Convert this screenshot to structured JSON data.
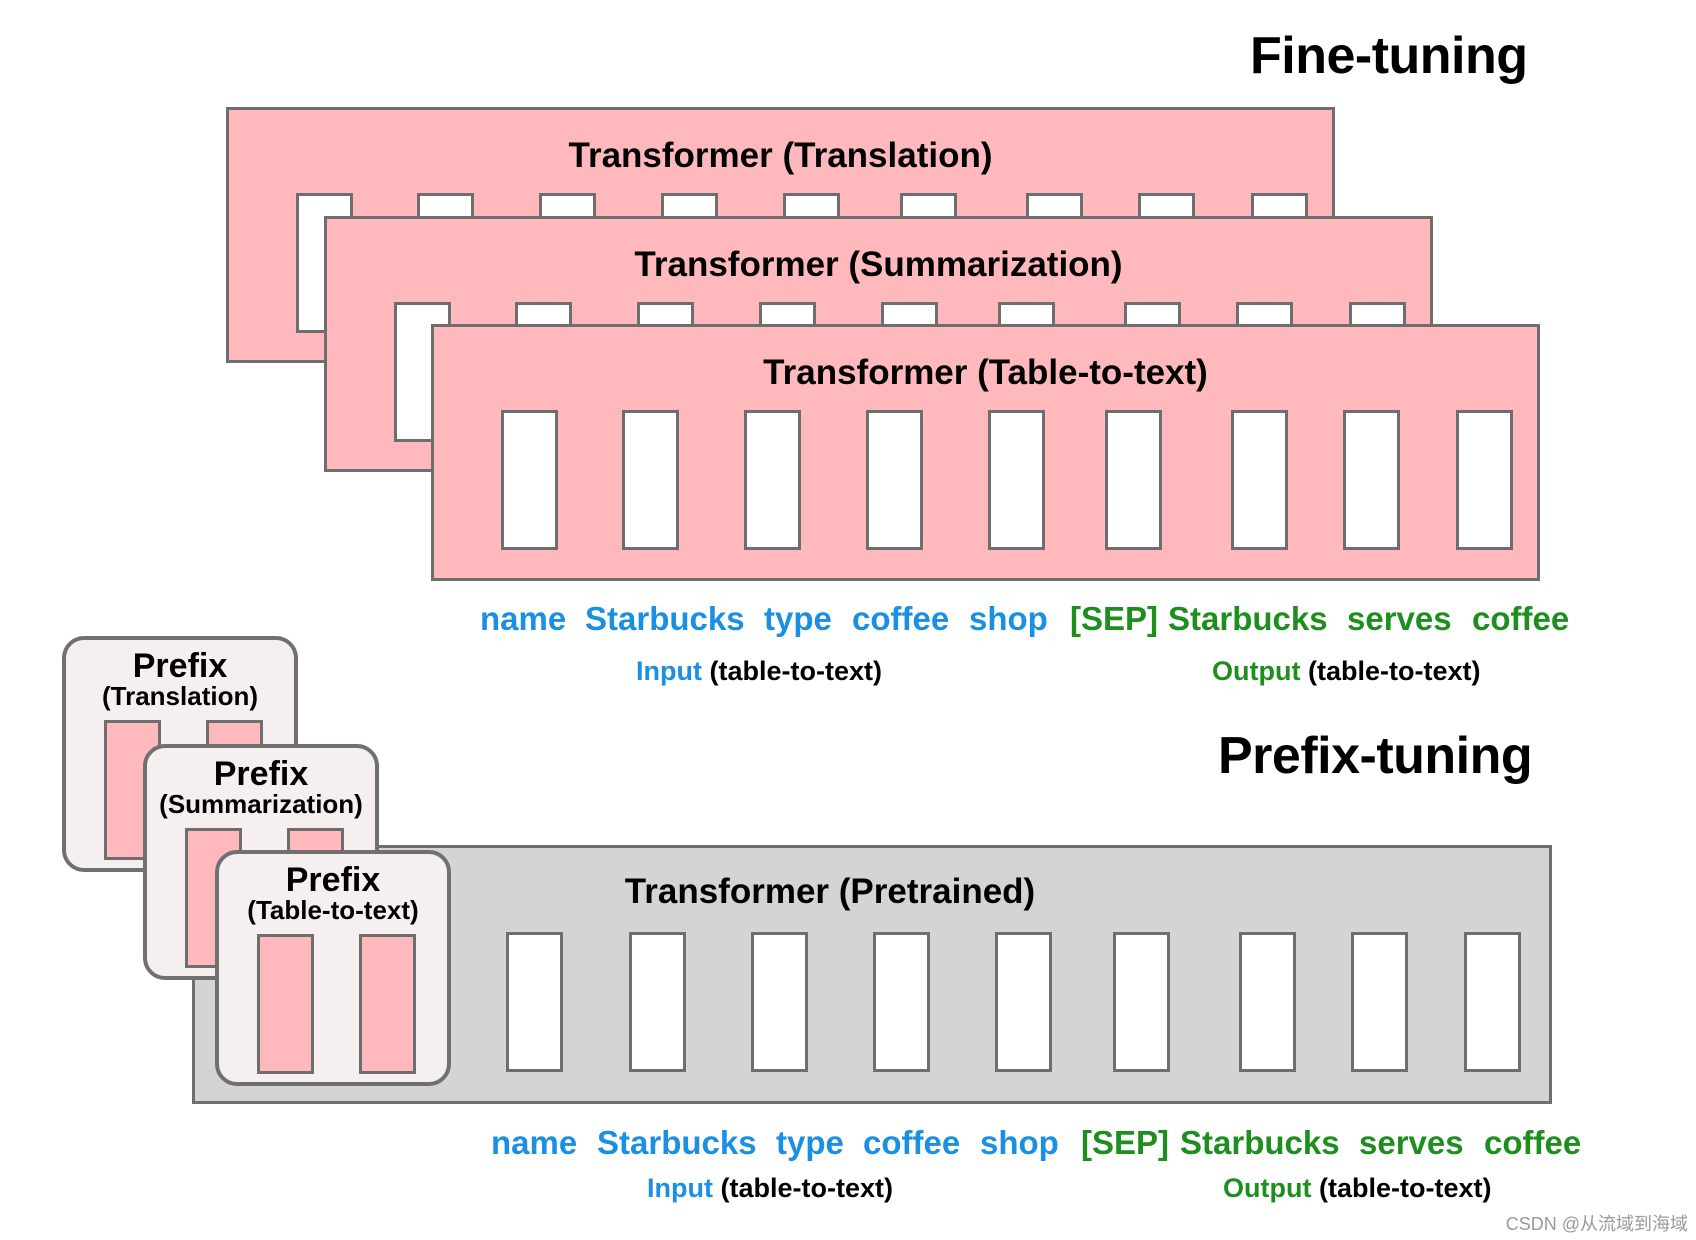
{
  "fine_tuning": {
    "title": "Fine-tuning",
    "transformers": [
      {
        "label": "Transformer (Translation)"
      },
      {
        "label": "Transformer (Summarization)"
      },
      {
        "label": "Transformer (Table-to-text)"
      }
    ],
    "tokens": [
      {
        "text": "name",
        "kind": "input"
      },
      {
        "text": "Starbucks",
        "kind": "input"
      },
      {
        "text": "type",
        "kind": "input"
      },
      {
        "text": "coffee",
        "kind": "input"
      },
      {
        "text": "shop",
        "kind": "input"
      },
      {
        "text": "[SEP]",
        "kind": "output"
      },
      {
        "text": "Starbucks",
        "kind": "output"
      },
      {
        "text": "serves",
        "kind": "output"
      },
      {
        "text": "coffee",
        "kind": "output"
      }
    ],
    "input_caption": {
      "word": "Input",
      "rest": "(table-to-text)"
    },
    "output_caption": {
      "word": "Output",
      "rest": "(table-to-text)"
    }
  },
  "prefix_tuning": {
    "title": "Prefix-tuning",
    "transformer": {
      "label": "Transformer  (Pretrained)"
    },
    "prefixes": [
      {
        "title": "Prefix",
        "subtitle": "(Translation)"
      },
      {
        "title": "Prefix",
        "subtitle": "(Summarization)"
      },
      {
        "title": "Prefix",
        "subtitle": "(Table-to-text)"
      }
    ],
    "tokens": [
      {
        "text": "name",
        "kind": "input"
      },
      {
        "text": "Starbucks",
        "kind": "input"
      },
      {
        "text": "type",
        "kind": "input"
      },
      {
        "text": "coffee",
        "kind": "input"
      },
      {
        "text": "shop",
        "kind": "input"
      },
      {
        "text": "[SEP]",
        "kind": "output"
      },
      {
        "text": "Starbucks",
        "kind": "output"
      },
      {
        "text": "serves",
        "kind": "output"
      },
      {
        "text": "coffee",
        "kind": "output"
      }
    ],
    "input_caption": {
      "word": "Input",
      "rest": "(table-to-text)"
    },
    "output_caption": {
      "word": "Output",
      "rest": "(table-to-text)"
    }
  },
  "watermark": "CSDN @从流域到海域",
  "colors": {
    "transformer_pink": "#ffb9bd",
    "transformer_gray": "#d4d4d4",
    "input_blue": "#1a8fe3",
    "output_green": "#1e8f1e",
    "prefix_bg": "#f5efef"
  }
}
